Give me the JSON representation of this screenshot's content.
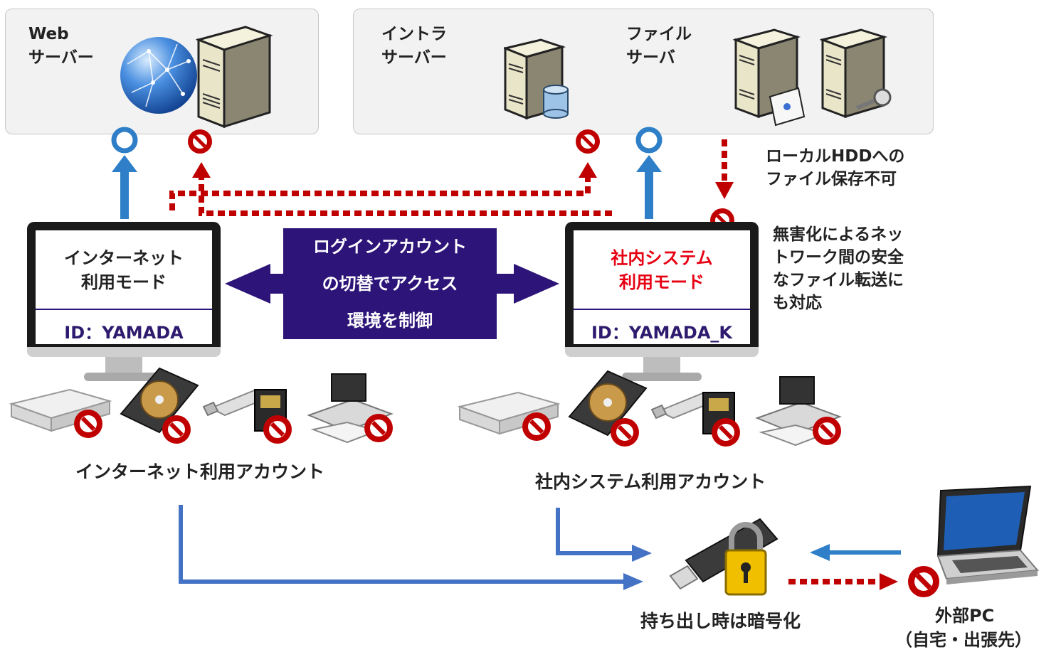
{
  "servers": {
    "web_label": "Web\nサーバー",
    "intra_label": "イントラ\nサーバー",
    "file_label": "ファイル\nサーバ"
  },
  "notes": {
    "local_hdd": "ローカルHDDへの\nファイル保存不可",
    "safe_transfer": "無害化によるネッ\nトワーク間の安全\nなファイル転送に\nも対応"
  },
  "left_monitor": {
    "mode": "インターネット\n利用モード",
    "id": "ID：YAMADA"
  },
  "right_monitor": {
    "mode": "社内システム\n利用モード",
    "id": "ID：YAMADA_K"
  },
  "center_box": {
    "text": "ログインアカウント\nの切替でアクセス\n環境を制御"
  },
  "captions": {
    "left_account": "インターネット利用アカウント",
    "right_account": "社内システム利用アカウント",
    "encrypt": "持ち出し時は暗号化",
    "external_pc": "外部PC",
    "external_pc_sub": "（自宅・出張先）"
  },
  "colors": {
    "allowed_blue": "#2e7fc7",
    "blocked_red": "#c00000",
    "box_purple": "#2d1478",
    "usb_line": "#4472c4",
    "red_mode_text": "#e60012"
  },
  "icons": {
    "allowed": "circle-ok-icon",
    "blocked": "no-entry-icon"
  }
}
